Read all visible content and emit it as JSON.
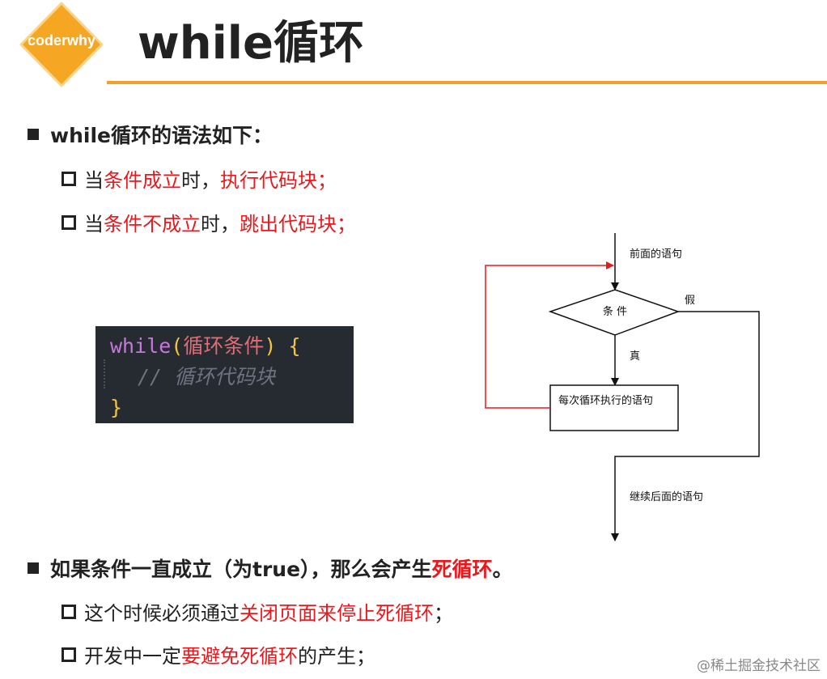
{
  "logo": {
    "text": "coderwhy",
    "color": "#f5a623"
  },
  "title": "while循环",
  "accent_color": "#f0a030",
  "highlight_color": "#e8191d",
  "section1": {
    "heading": "while循环的语法如下：",
    "items": [
      {
        "p1": "当",
        "p2": "条件成立",
        "p3": "时，",
        "p4": "执行代码块",
        "p5": "；"
      },
      {
        "p1": "当",
        "p2": "条件不成立",
        "p3": "时，",
        "p4": "跳出代码块",
        "p5": "；"
      }
    ]
  },
  "code": {
    "keyword": "while",
    "open_paren": "(",
    "condition": "循环条件",
    "close_paren": ")",
    "open_brace": "{",
    "comment": "// 循环代码块",
    "close_brace": "}"
  },
  "flowchart": {
    "before": "前面的语句",
    "condition": "条 件",
    "false_label": "假",
    "true_label": "真",
    "body": "每次循环执行的语句",
    "after": "继续后面的语句"
  },
  "section2": {
    "heading_p1": "如果条件一直成立（为true），那么会产生",
    "heading_p2": "死循环",
    "heading_p3": "。",
    "items": [
      {
        "p1": "这个时候必须通过",
        "p2": "关闭页面来停止死循环",
        "p3": "；"
      },
      {
        "p1": "开发中一定",
        "p2": "要避免死循环",
        "p3": "的产生；"
      }
    ]
  },
  "watermark": "@稀土掘金技术社区"
}
